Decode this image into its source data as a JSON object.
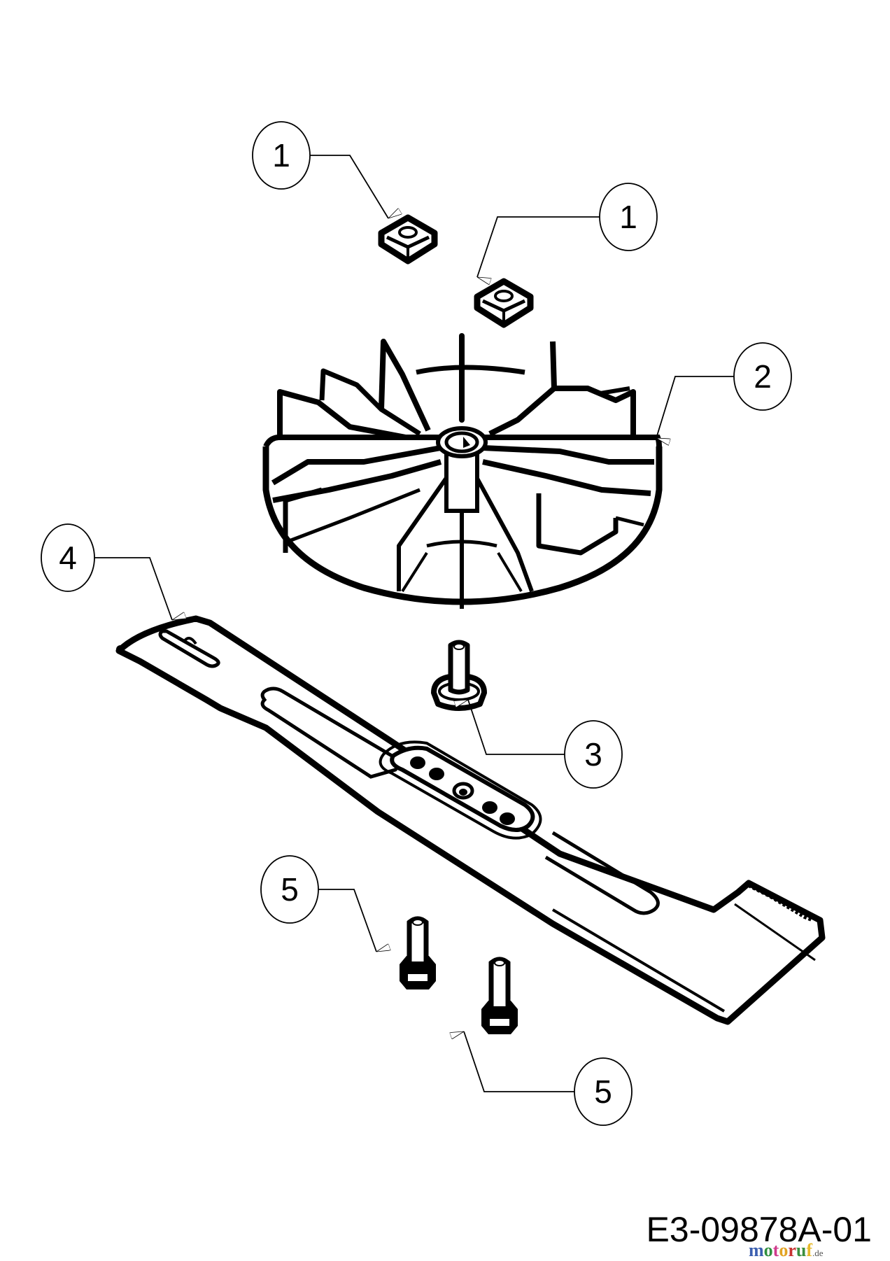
{
  "diagram": {
    "type": "exploded-parts-diagram",
    "drawing_id": "E3-09878A-01",
    "callouts": [
      {
        "id": "callout-1a",
        "label": "1",
        "part": "square-nut"
      },
      {
        "id": "callout-1b",
        "label": "1",
        "part": "square-nut"
      },
      {
        "id": "callout-2",
        "label": "2",
        "part": "fan-impeller"
      },
      {
        "id": "callout-3",
        "label": "3",
        "part": "blade-adapter-pin"
      },
      {
        "id": "callout-4",
        "label": "4",
        "part": "mower-blade"
      },
      {
        "id": "callout-5a",
        "label": "5",
        "part": "hex-bolt"
      },
      {
        "id": "callout-5b",
        "label": "5",
        "part": "hex-bolt"
      }
    ]
  },
  "watermark": {
    "letters": [
      "m",
      "o",
      "t",
      "o",
      "r",
      "u",
      "f"
    ],
    "colors": [
      "#3b5fb0",
      "#2f8f3e",
      "#d03a8c",
      "#e2a323",
      "#c83232",
      "#3b8f3e",
      "#e6b92a"
    ],
    "tld": ".de"
  }
}
